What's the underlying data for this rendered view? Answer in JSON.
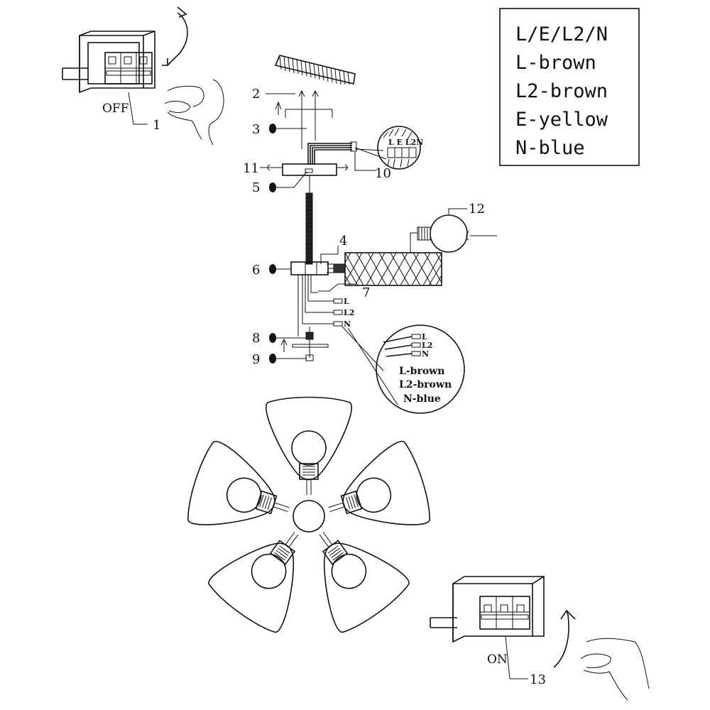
{
  "legend": {
    "lines": [
      "L/E/L2/N",
      "L-brown",
      "L2-brown",
      "E-yellow",
      "N-blue"
    ]
  },
  "switch_off": {
    "label": "OFF",
    "callout": "1"
  },
  "switch_on": {
    "label": "ON",
    "callout": "13"
  },
  "callouts": {
    "c2": "2",
    "c3": "3",
    "c4": "4",
    "c5": "5",
    "c6": "6",
    "c7": "7",
    "c8": "8",
    "c9": "9",
    "c10": "10",
    "c11": "11",
    "c12": "12"
  },
  "terminal_block": {
    "letters": "L E L2N"
  },
  "wires": {
    "l": "L",
    "l2": "L2",
    "n": "N"
  },
  "wire_zoom": {
    "l": "L",
    "l2": "L2",
    "n": "N",
    "lines": [
      "L-brown",
      "L2-brown",
      "N-blue"
    ]
  }
}
